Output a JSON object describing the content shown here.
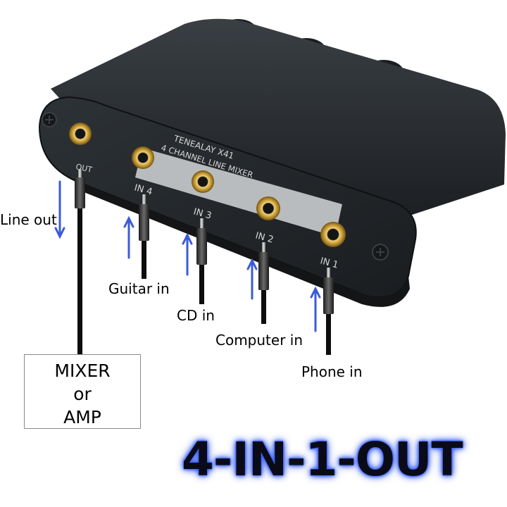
{
  "device": {
    "brand": "TENEALAY",
    "model": "X41",
    "subtitle": "4 CHANNEL LINE MIXER",
    "port_labels": {
      "out": "OUT",
      "in4": "IN 4",
      "in3": "IN 3",
      "in2": "IN 2",
      "in1": "IN 1"
    }
  },
  "annotations": {
    "line_out": "Line out",
    "guitar_in": "Guitar in",
    "cd_in": "CD in",
    "computer_in": "Computer in",
    "phone_in": "Phone in"
  },
  "amp_box": {
    "line1": "MIXER",
    "line2": "or",
    "line3": "AMP"
  },
  "tagline": "4-IN-1-OUT",
  "colors": {
    "arrow": "#3b5bd6",
    "body": "#24282c",
    "jack": "#c9a23a",
    "glow": "#2f5bff"
  }
}
